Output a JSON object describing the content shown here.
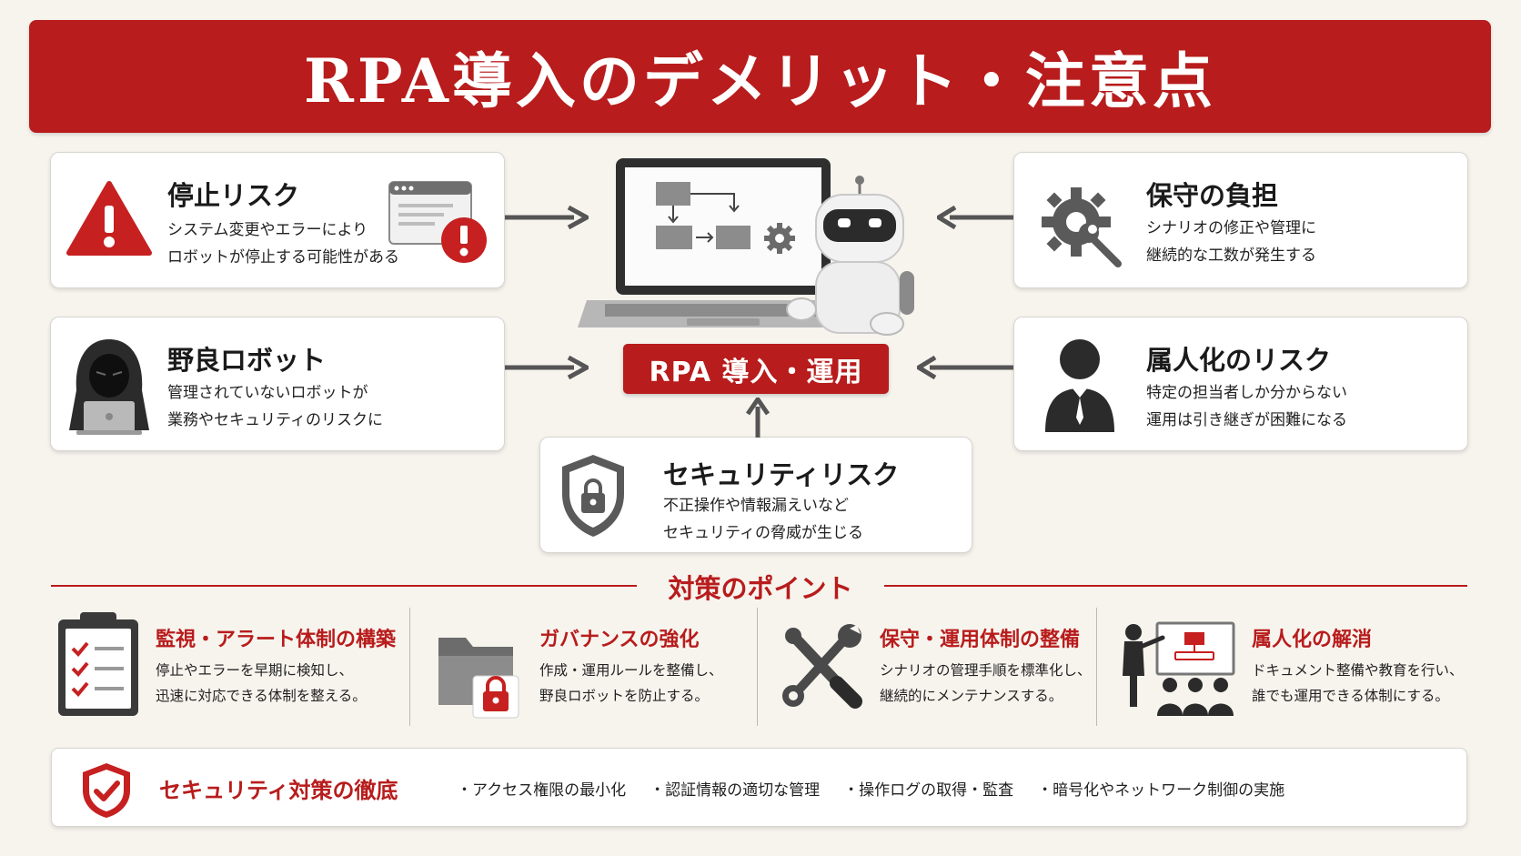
{
  "title": "RPA導入のデメリット・注意点",
  "center_label": "RPA 導入・運用",
  "risks": {
    "stop": {
      "title": "停止リスク",
      "desc": "システム変更やエラーにより\nロボットが停止する可能性がある",
      "icon": "warning-triangle-icon"
    },
    "rogue": {
      "title": "野良ロボット",
      "desc": "管理されていないロボットが\n業務やセキュリティのリスクに",
      "icon": "hooded-hacker-icon"
    },
    "maintenance": {
      "title": "保守の負担",
      "desc": "シナリオの修正や管理に\n継続的な工数が発生する",
      "icon": "gear-wrench-icon"
    },
    "personal": {
      "title": "属人化のリスク",
      "desc": "特定の担当者しか分からない\n運用は引き継ぎが困難になる",
      "icon": "person-icon"
    },
    "security": {
      "title": "セキュリティリスク",
      "desc": "不正操作や情報漏えいなど\nセキュリティの脅威が生じる",
      "icon": "shield-lock-icon"
    }
  },
  "countermeasures": {
    "section_title": "対策のポイント",
    "items": [
      {
        "title": "監視・アラート体制の構築",
        "desc": "停止やエラーを早期に検知し、\n迅速に対応できる体制を整える。",
        "icon": "clipboard-checklist-icon"
      },
      {
        "title": "ガバナンスの強化",
        "desc": "作成・運用ルールを整備し、\n野良ロボットを防止する。",
        "icon": "folder-lock-icon"
      },
      {
        "title": "保守・運用体制の整備",
        "desc": "シナリオの管理手順を標準化し、\n継続的にメンテナンスする。",
        "icon": "tools-icon"
      },
      {
        "title": "属人化の解消",
        "desc": "ドキュメント整備や教育を行い、\n誰でも運用できる体制にする。",
        "icon": "training-presentation-icon"
      }
    ]
  },
  "security_measures": {
    "title": "セキュリティ対策の徹底",
    "items": [
      "アクセス権限の最小化",
      "認証情報の適切な管理",
      "操作ログの取得・監査",
      "暗号化やネットワーク制御の実施"
    ]
  },
  "colors": {
    "accent": "#b81c1c",
    "background": "#f7f4ee",
    "icon_gray": "#4a4a4a"
  }
}
